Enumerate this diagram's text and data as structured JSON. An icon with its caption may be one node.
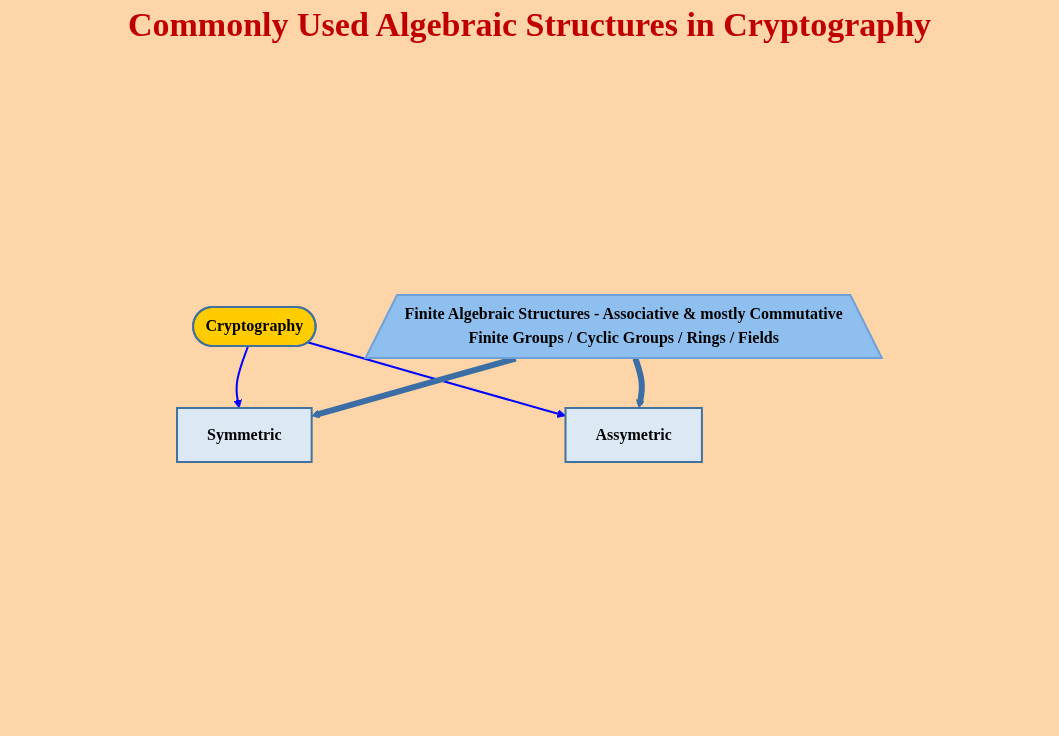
{
  "diagram": {
    "title": "Commonly Used Algebraic Structures in Cryptography",
    "nodes": [
      {
        "text": [
          "Cryptography"
        ]
      },
      {
        "text": [
          "Symmetric"
        ]
      },
      {
        "text": [
          "Assymetric"
        ]
      },
      {
        "text": [
          "Finite Algebraic Structures - Associative & mostly Commutative",
          "Finite Groups / Cyclic Groups / Rings / Fields"
        ]
      }
    ],
    "edges": [
      {
        "from": 0,
        "to": 1,
        "arrow": "to",
        "color": "#0000ff"
      },
      {
        "from": 0,
        "to": 2,
        "arrow": "to",
        "color": "#0000ff"
      },
      {
        "from": 3,
        "to": 1,
        "arrow": "to",
        "style": "thick",
        "color": "#3a6ea5"
      },
      {
        "from": 3,
        "to": 2,
        "arrow": "to",
        "style": "thick",
        "color": "#3a6ea5"
      }
    ]
  }
}
